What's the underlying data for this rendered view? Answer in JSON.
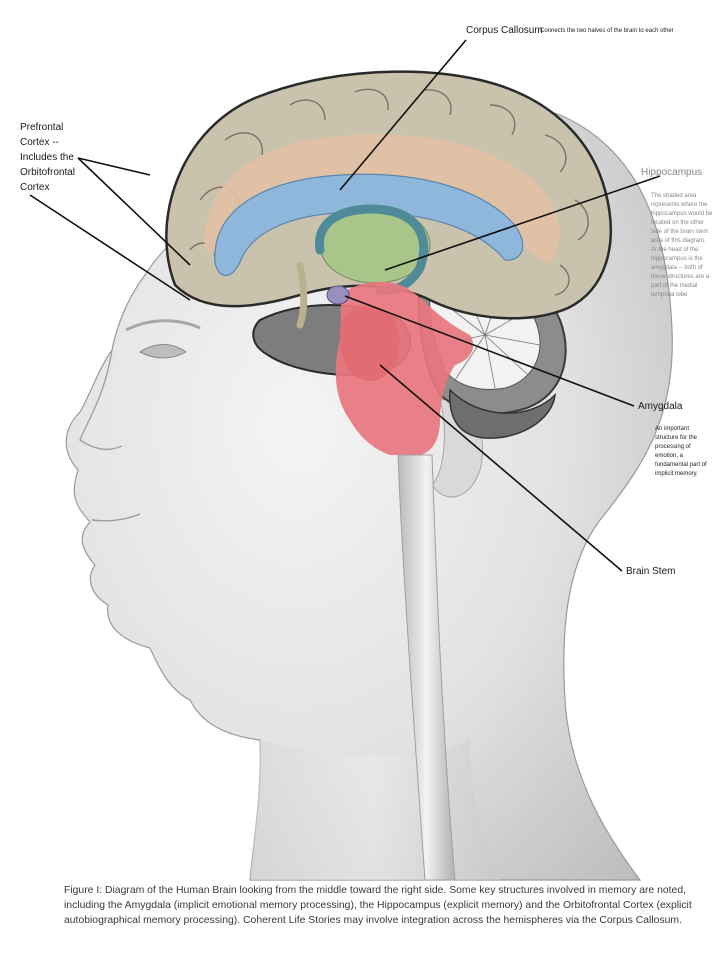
{
  "labels": {
    "corpus_callosum": {
      "name": "Corpus Callosum",
      "note": "Connects the two halves of the brain to each other"
    },
    "prefrontal": {
      "lines": [
        "Prefrontal",
        "Cortex --",
        "Includes the",
        "Orbitofrontal",
        "Cortex"
      ]
    },
    "hippocampus": {
      "name": "Hippocampus",
      "note_lines": [
        "The shaded area",
        "represents where the",
        "hippocampus would be",
        "located on the other",
        "side of the brain stem",
        "area of this diagram.",
        "At the head of the",
        "hippocampus is the",
        "amygdala -- both of",
        "these structures are a",
        "part of the medial",
        "temporal lobe"
      ]
    },
    "amygdala": {
      "name": "Amygdala",
      "note_lines": [
        "An important",
        "structure for the",
        "processing of",
        "emotion, a",
        "fundamental part of",
        "implicit memory."
      ]
    },
    "brain_stem": {
      "name": "Brain Stem"
    }
  },
  "caption": "Figure I:  Diagram of the Human Brain looking from the middle toward the right side.  Some key structures involved in memory are noted, including the Amygdala (implicit emotional memory processing), the Hippocampus (explicit memory) and the Orbitofrontal Cortex (explicit autobiographical memory processing).  Coherent Life Stories may involve integration across the hemispheres via the Corpus Callosum.",
  "colors": {
    "cortex": "#c9c2ad",
    "corpus_callosum": "#8fb7dc",
    "hippocampus_area": "#a8c58a",
    "brain_stem": "#e8767e",
    "amygdala": "#9b8fbf",
    "fornix": "#4e8a97",
    "cingulate": "#e3c1a4"
  }
}
